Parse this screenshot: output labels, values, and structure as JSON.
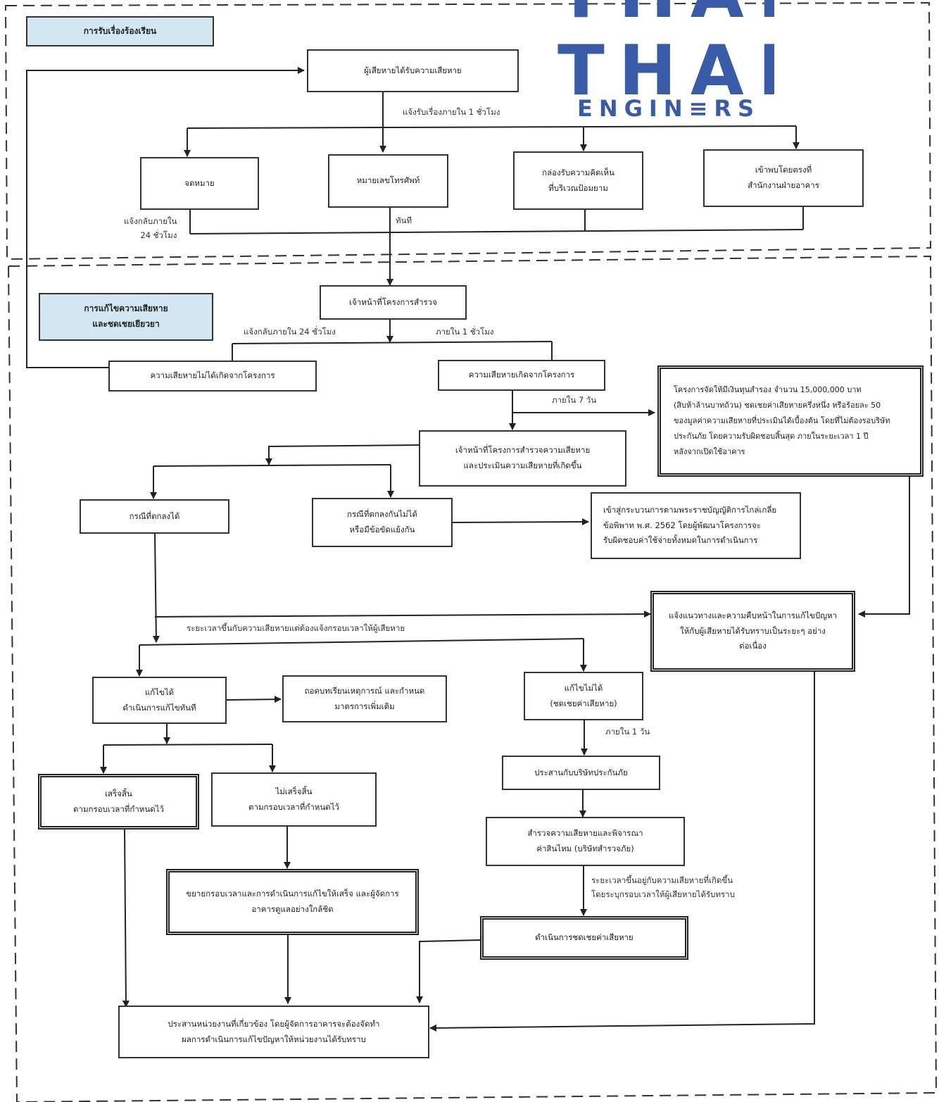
{
  "sections": {
    "intake_title": "การรับเรื่องร้องเรียน",
    "resolve_title": "การแก้ไขความเสียหาย\nและชดเชยเยียวยา"
  },
  "logo": {
    "line1": "THAI",
    "line2": "THAI",
    "line3": "ENGIN≡RS",
    "color": "#3a5ba8"
  },
  "nodes": {
    "victim": "ผู้เสียหายได้รับความเสียหาย",
    "letter": "จดหมาย",
    "phone": "หมายเลขโทรศัพท์",
    "comment_box": "กล่องรับความคิดเห็น\nที่บริเวณป้อมยาม",
    "walk_in": "เข้าพบโดยตรงที่\nสำนักงานฝ่ายอาคาร",
    "project_officer": "เจ้าหน้าที่โครงการสำรวจ",
    "not_from_project": "ความเสียหายไม่ได้เกิดจากโครงการ",
    "from_project": "ความเสียหายเกิดจากโครงการ",
    "fund": "โครงการจัดให้มีเงินทุนสำรอง จำนวน 15,000,000 บาท\n(สิบห้าล้านบาทถ้วน) ชดเชยค่าเสียหายครึ่งหนึ่ง หรือร้อยละ 50\nของมูลค่าความเสียหายที่ประเมินได้เบื้องต้น โดยที่ไม่ต้องรอบริษัท\nประกันภัย โดยความรับผิดชอบสิ้นสุด ภายในระยะเวลา 1 ปี\nหลังจากเปิดใช้อาคาร",
    "survey_damage": "เจ้าหน้าที่โครงการสำรวจความเสียหาย\nและประเมินความเสียหายที่เกิดขึ้น",
    "agreed": "กรณีที่ตกลงได้",
    "not_agreed": "กรณีที่ตกลงกันไม่ได้\nหรือมีข้อขัดแย้งกัน",
    "mediation": "เข้าสู่กระบวนการตามพระราชบัญญัติการไกล่เกลี่ย\nข้อพิพาท พ.ศ. 2562 โดยผู้พัฒนาโครงการจะ\nรับผิดชอบค่าใช้จ่ายทั้งหมดในการดำเนินการ",
    "inform_progress": "แจ้งแนวทางและความคืบหน้าในการแก้ไขปัญหา\nให้กับผู้เสียหายได้รับทราบเป็นระยะๆ อย่าง\nต่อเนื่อง",
    "fixable": "แก้ไขได้\nดำเนินการแก้ไขทันที",
    "lessons": "ถอดบทเรียนเหตุการณ์ และกำหนด\nมาตรการเพิ่มเติม",
    "not_fixable": "แก้ไขไม่ได้\n(ชดเชยค่าเสียหาย)",
    "done": "เสร็จสิ้น\nตามกรอบเวลาที่กำหนดไว้",
    "not_done": "ไม่เสร็จสิ้น\nตามกรอบเวลาที่กำหนดไว้",
    "insurance": "ประสานกับบริษัทประกันภัย",
    "assess": "สำรวจความเสียหายและพิจารณา\nค่าสินไหม (บริษัทสำรวจภัย)",
    "extend": "ขยายกรอบเวลาและการดำเนินการแก้ไขให้เสร็จ และผู้จัดการ\nอาคารดูแลอย่างใกล้ชิด",
    "compensate": "ดำเนินการชดเชยค่าเสียหาย",
    "coordinate": "ประสานหน่วยงานที่เกี่ยวข้อง โดยผู้จัดการอาคารจะต้องจัดทำ\nผลการดำเนินการแก้ไขปัญหาให้หน่วยงานได้รับทราบ"
  },
  "labels": {
    "within_1h_notify": "แจ้งรับเรื่องภายใน 1 ชั่วโมง",
    "reply_24h": "แจ้งกลับภายใน\n24 ชั่วโมง",
    "immediately": "ทันที",
    "reply_24h_inline": "แจ้งกลับภายใน 24 ชั่วโมง",
    "within_1h": "ภายใน  1 ชั่วโมง",
    "within_7d": "ภายใน  7 วัน",
    "timeframe_note": "ระยะเวลาขึ้นกับความเสียหายแต่ต้องแจ้งกรอบเวลาให้ผู้เสียหาย",
    "within_1d": "ภายใน 1 วัน",
    "timeframe_note2": "ระยะเวลาขึ้นอยู่กับความเสียหายที่เกิดขึ้น\nโดยระบุกรอบเวลาให้ผู้เสียหายได้รับทราบ"
  }
}
